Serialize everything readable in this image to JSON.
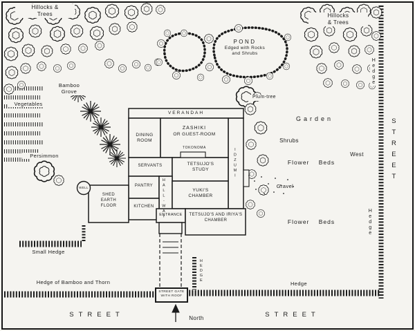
{
  "outdoor": {
    "hillocks_left": {
      "l1": "Hillocks &",
      "l2": "Trees"
    },
    "hillocks_right": {
      "l1": "Hillocks",
      "l2": "& Trees"
    },
    "pond": {
      "l1": "POND",
      "l2": "Edged with Rocks",
      "l3": "and Shrubs"
    },
    "bamboo_grove": {
      "l1": "Bamboo",
      "l2": "Grove"
    },
    "vegetables": "Vegetables",
    "persimmon": "Persimmon",
    "plum_tree": "Plum-tree",
    "garden": "Garden",
    "shrubs": "Shrubs",
    "west": "West",
    "flower_beds_upper": "Flower Beds",
    "flower_beds_lower": "Flower Beds",
    "gravel": "Gravel"
  },
  "house": {
    "verandah": "VERANDAH",
    "dining": {
      "l1": "DINING",
      "l2": "ROOM"
    },
    "zashiki": {
      "l1": "ZASHIKI",
      "l2": "OR GUEST-ROOM",
      "l3": "TOKONOMA"
    },
    "servants": "SERVANTS",
    "study": {
      "l1": "TETSUJO'S",
      "l2": "STUDY"
    },
    "pantry": "PANTRY",
    "hallway": "HALL-WAY",
    "yuki": {
      "l1": "YUKI'S",
      "l2": "CHAMBER"
    },
    "kitchen": "KITCHEN",
    "shed": {
      "l1": "SHED",
      "l2": "EARTH",
      "l3": "FLOOR"
    },
    "well": "WELL",
    "entrance": "ENTRANCE",
    "tetsujo_iriya": {
      "l1": "TETSUJO'S AND IRIYA'S",
      "l2": "CHAMBER"
    },
    "idzumi": "IDZUMI"
  },
  "hedges": {
    "small": "Small Hedge",
    "bamboo_thorn": "Hedge of Bamboo and Thorn",
    "bottom_right": "Hedge",
    "right_upper": "Hedge",
    "right_lower": "Hedge",
    "gate_side": "HEDGE"
  },
  "streets": {
    "bottom_left": "STREET",
    "bottom_right": "STREET",
    "right": "STREET"
  },
  "gate": {
    "l1": "STREET GATE",
    "l2": "WITH ROOF"
  },
  "compass": {
    "north": "North"
  }
}
